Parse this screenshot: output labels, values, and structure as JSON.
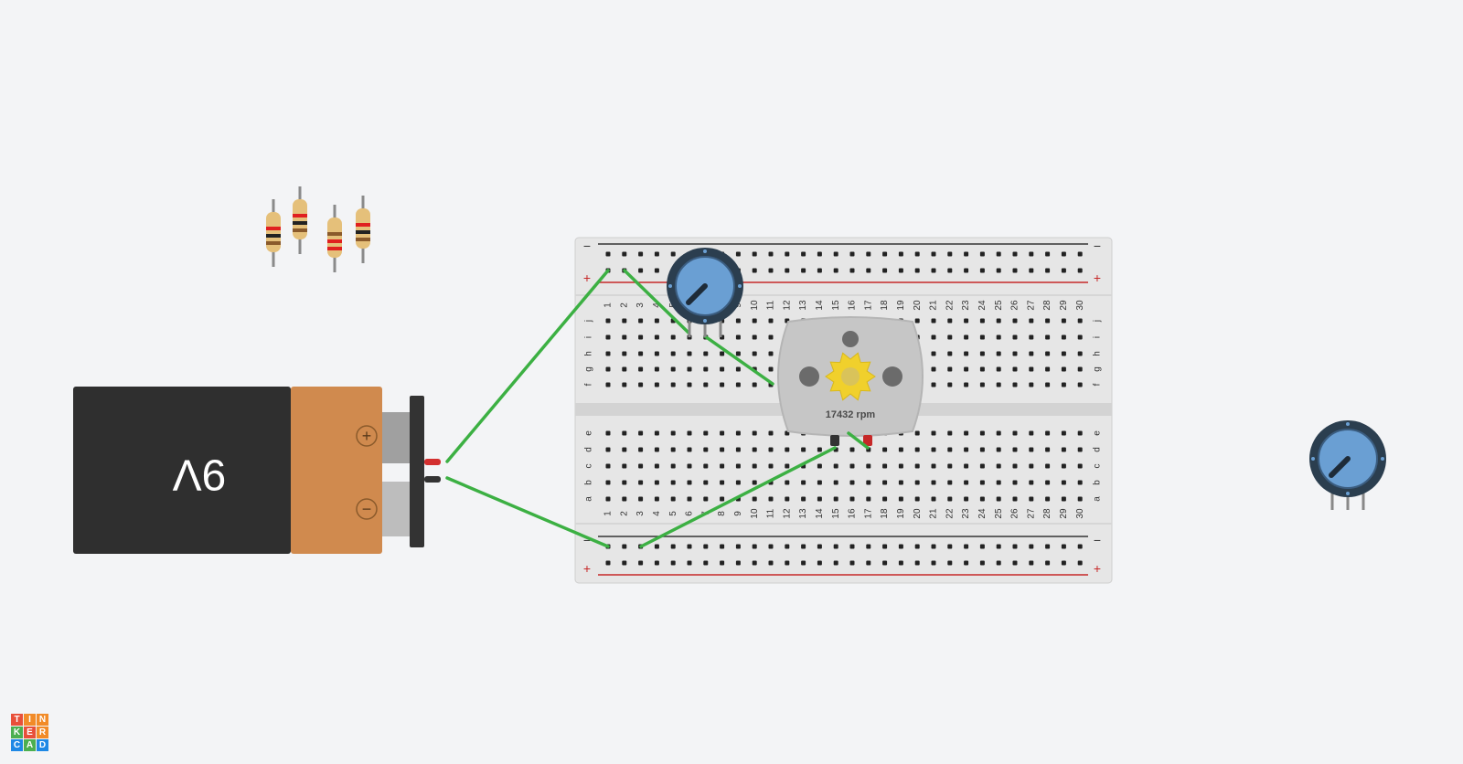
{
  "app": {
    "logo_letters": [
      "T",
      "I",
      "N",
      "K",
      "E",
      "R",
      "C",
      "A",
      "D"
    ],
    "logo_colors": [
      "#e8503a",
      "#f28b28",
      "#f28b28",
      "#4caf50",
      "#e8503a",
      "#f28b28",
      "#1e88e5",
      "#4caf50",
      "#1e88e5"
    ]
  },
  "battery": {
    "label": "9V",
    "plus": "+",
    "minus": "−"
  },
  "breadboard": {
    "columns": [
      "1",
      "2",
      "3",
      "4",
      "5",
      "6",
      "7",
      "8",
      "9",
      "10",
      "11",
      "12",
      "13",
      "14",
      "15",
      "16",
      "17",
      "18",
      "19",
      "20",
      "21",
      "22",
      "23",
      "24",
      "25",
      "26",
      "27",
      "28",
      "29",
      "30"
    ],
    "rows_top": [
      "j",
      "i",
      "h",
      "g",
      "f"
    ],
    "rows_bottom": [
      "e",
      "d",
      "c",
      "b",
      "a"
    ],
    "rail_minus": "−",
    "rail_plus": "+"
  },
  "motor": {
    "speed": "17432 rpm"
  },
  "colors": {
    "wire": "#3cb043",
    "rail_red": "#c62828",
    "rail_black": "#333333",
    "pot_blue": "#6a9fd3",
    "pot_ring": "#2b3e4f",
    "battery_body": "#2f2f2f",
    "battery_label": "#d08a4e",
    "motor_body": "#c6c6c6",
    "gear": "#f0d02c"
  }
}
